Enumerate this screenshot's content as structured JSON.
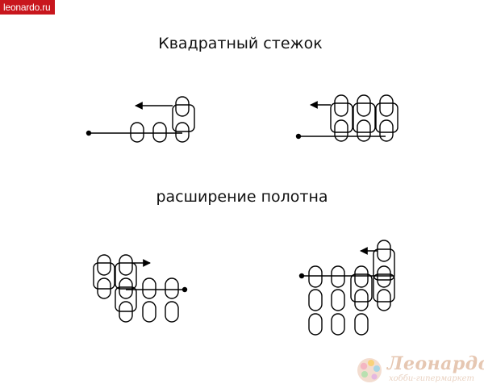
{
  "badge": {
    "text": "leonardo.ru"
  },
  "headings": {
    "square_stitch": "Квадратный стежок",
    "fabric_expansion": "расширение полотна"
  },
  "logo": {
    "wordmark": "Леонардо",
    "tagline": "хобби-гипермаркет"
  },
  "colors": {
    "badge_bg": "#c8161d",
    "line": "#000000",
    "logo_text": "#e6c7b2"
  }
}
